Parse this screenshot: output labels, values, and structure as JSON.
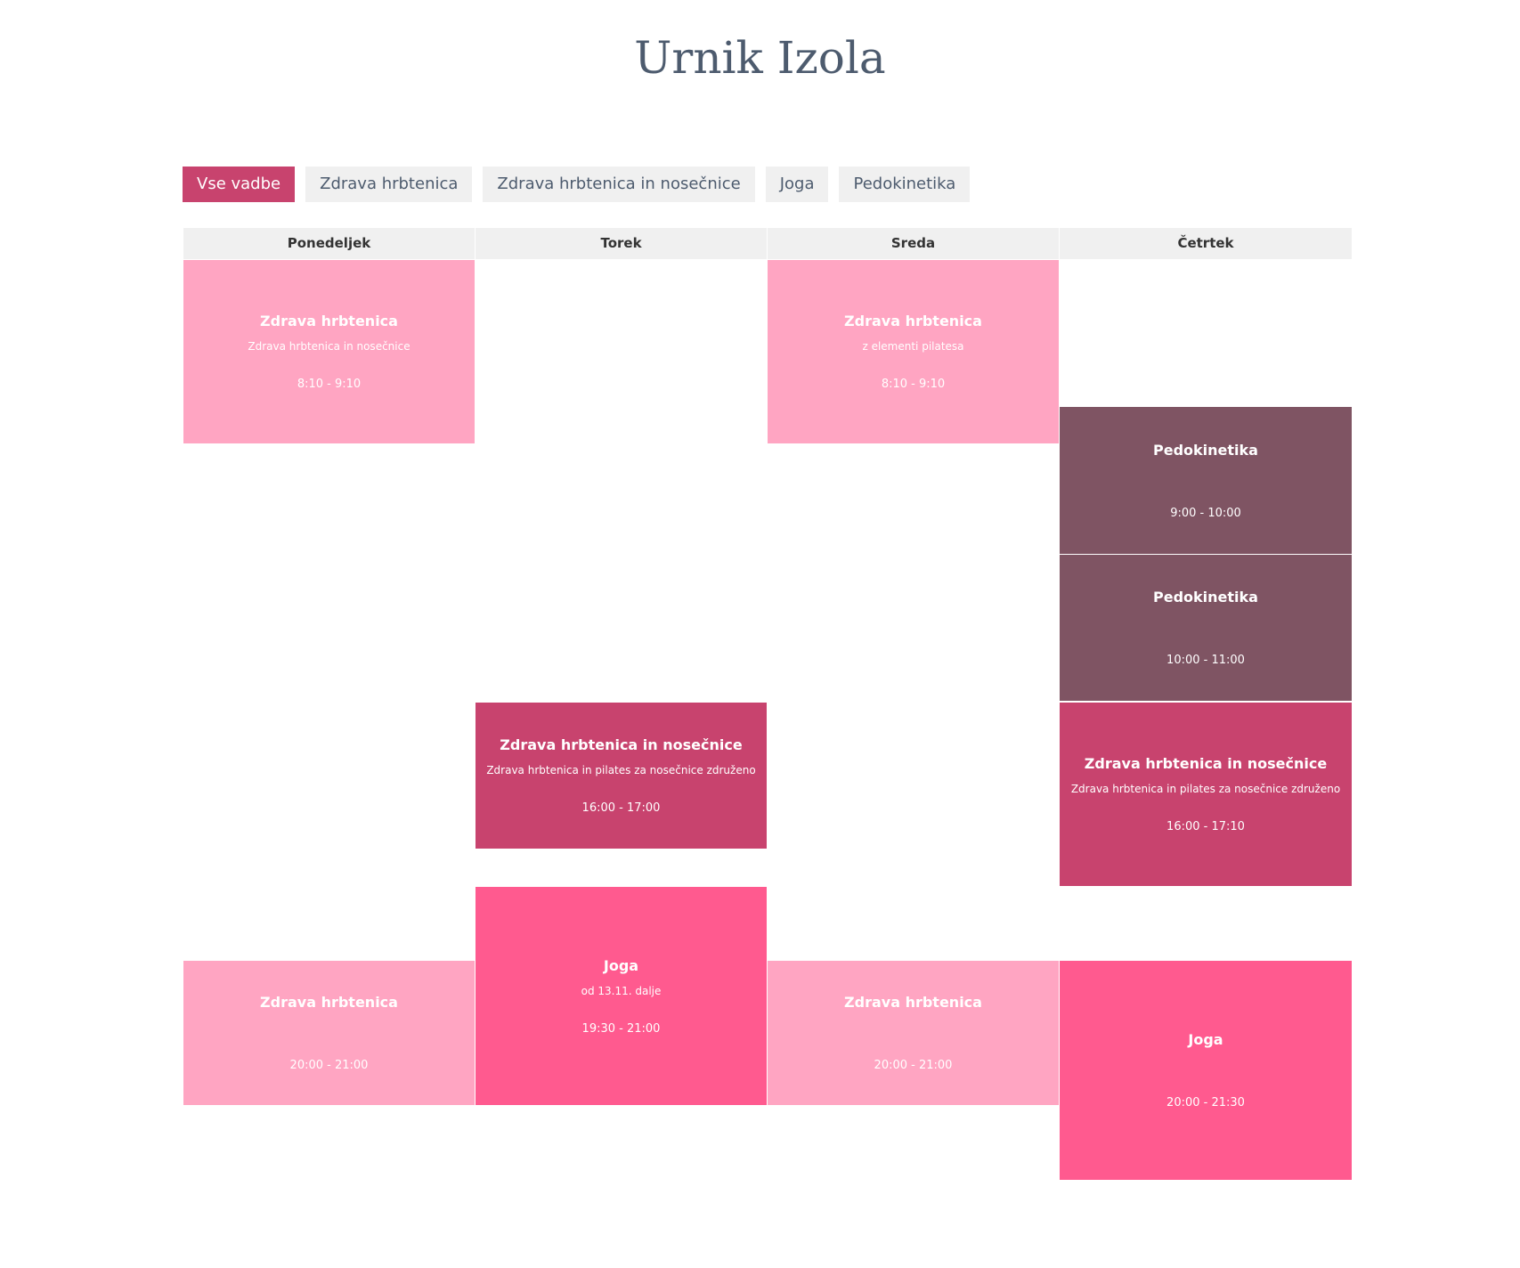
{
  "page": {
    "title": "Urnik Izola"
  },
  "filters": [
    {
      "label": "Vse vadbe",
      "active": true
    },
    {
      "label": "Zdrava hrbtenica",
      "active": false
    },
    {
      "label": "Zdrava hrbtenica in nosečnice",
      "active": false
    },
    {
      "label": "Joga",
      "active": false
    },
    {
      "label": "Pedokinetika",
      "active": false
    }
  ],
  "colors": {
    "zdrava_hrbtenica": "#ffa5c2",
    "pedokinetika": "#7f5463",
    "nosecnice": "#c8436e",
    "joga": "#ff5a8f",
    "active_filter": "#c8436e",
    "header_bg": "#f0f0f0"
  },
  "days": [
    "Ponedeljek",
    "Torek",
    "Sreda",
    "Četrtek"
  ],
  "events": {
    "mon_morning": {
      "title": "Zdrava hrbtenica",
      "description": "Zdrava hrbtenica in nosečnice",
      "time": "8:10 - 9:10"
    },
    "wed_morning": {
      "title": "Zdrava hrbtenica",
      "description": "z elementi pilatesa",
      "time": "8:10 - 9:10"
    },
    "thu_pedo_1": {
      "title": "Pedokinetika",
      "description": "",
      "time": "9:00 - 10:00"
    },
    "thu_pedo_2": {
      "title": "Pedokinetika",
      "description": "",
      "time": "10:00 - 11:00"
    },
    "tue_nosecnice": {
      "title": "Zdrava hrbtenica in nosečnice",
      "description": "Zdrava hrbtenica in pilates za nosečnice združeno",
      "time": "16:00 - 17:00"
    },
    "thu_nosecnice": {
      "title": "Zdrava hrbtenica in nosečnice",
      "description": "Zdrava hrbtenica in pilates za nosečnice združeno",
      "time": "16:00 - 17:10"
    },
    "tue_joga": {
      "title": "Joga",
      "description": "od 13.11. dalje",
      "time": "19:30 - 21:00"
    },
    "mon_evening": {
      "title": "Zdrava hrbtenica",
      "description": "",
      "time": "20:00 - 21:00"
    },
    "wed_evening": {
      "title": "Zdrava hrbtenica",
      "description": "",
      "time": "20:00 - 21:00"
    },
    "thu_joga": {
      "title": "Joga",
      "description": "",
      "time": "20:00 - 21:30"
    }
  }
}
